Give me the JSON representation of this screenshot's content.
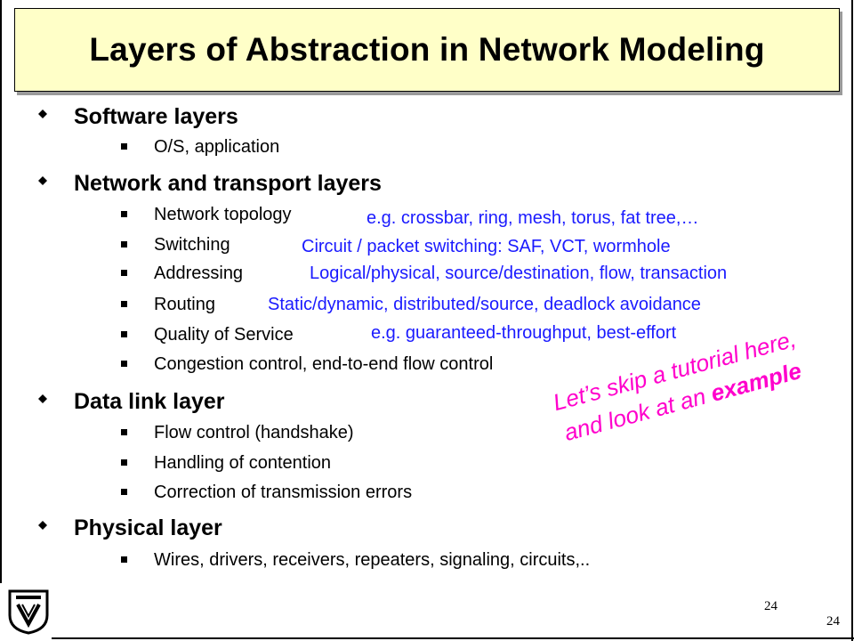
{
  "title": "Layers of Abstraction in Network Modeling",
  "sections": [
    {
      "heading": "Software layers",
      "items": [
        "O/S, application"
      ]
    },
    {
      "heading": "Network and  transport layers",
      "items": [
        "Network topology",
        "Switching",
        "Addressing",
        "Routing",
        "Quality of Service",
        "Congestion control, end-to-end flow control"
      ],
      "notes": [
        "e.g. crossbar, ring, mesh, torus, fat tree,…",
        "Circuit / packet switching: SAF, VCT, wormhole",
        "Logical/physical, source/destination, flow, transaction",
        "Static/dynamic, distributed/source, deadlock avoidance",
        "e.g. guaranteed-throughput, best-effort"
      ]
    },
    {
      "heading": "Data link layer",
      "items": [
        "Flow control (handshake)",
        "Handling of contention",
        "Correction of transmission errors"
      ]
    },
    {
      "heading": "Physical layer",
      "items": [
        "Wires, drivers, receivers, repeaters, signaling, circuits,.."
      ]
    }
  ],
  "callout": {
    "line1": "Let’s skip a tutorial here,",
    "line2_prefix": "and look at an ",
    "line2_emphasis": "example"
  },
  "page_number_inner": "24",
  "page_number_corner": "24",
  "colors": {
    "title_bg": "#ffffc8",
    "note_text": "#1a1aff",
    "callout_text": "#ff00cc"
  }
}
